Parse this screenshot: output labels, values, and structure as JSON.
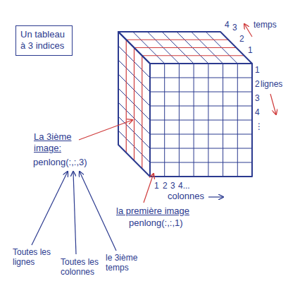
{
  "diagram": {
    "nodes": [
      {
        "text": [
          "Un tableau à 3 indices"
        ]
      }
    ],
    "labels": [
      "4",
      "3",
      "2",
      "1",
      "temps",
      "1",
      "2",
      "3",
      "4",
      "⋮",
      "lignes",
      "1",
      "2",
      "3",
      "4...",
      "colonnes",
      "La 3ième image:",
      "penlong(:,:,3)",
      "la première image",
      "penlong(:,:,1)",
      "Toutes les lignes",
      "Toutes les colonnes",
      "le 3ième temps"
    ]
  }
}
